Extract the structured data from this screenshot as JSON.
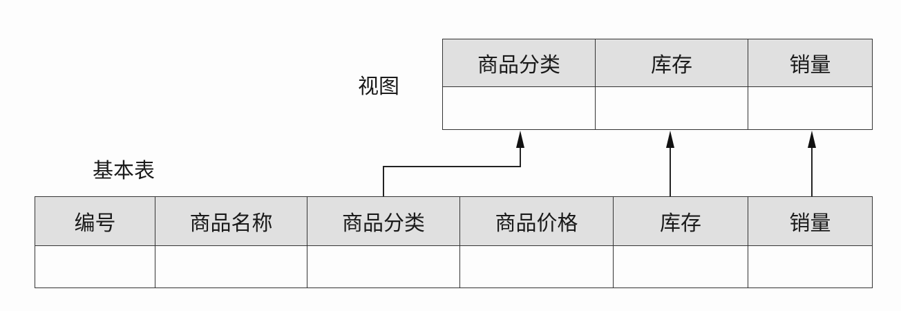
{
  "view": {
    "label": "视图",
    "columns": [
      "商品分类",
      "库存",
      "销量"
    ]
  },
  "base_table": {
    "label": "基本表",
    "columns": [
      "编号",
      "商品名称",
      "商品分类",
      "商品价格",
      "库存",
      "销量"
    ]
  },
  "colors": {
    "header_fill": "#e0e0e0",
    "line": "#333333"
  }
}
